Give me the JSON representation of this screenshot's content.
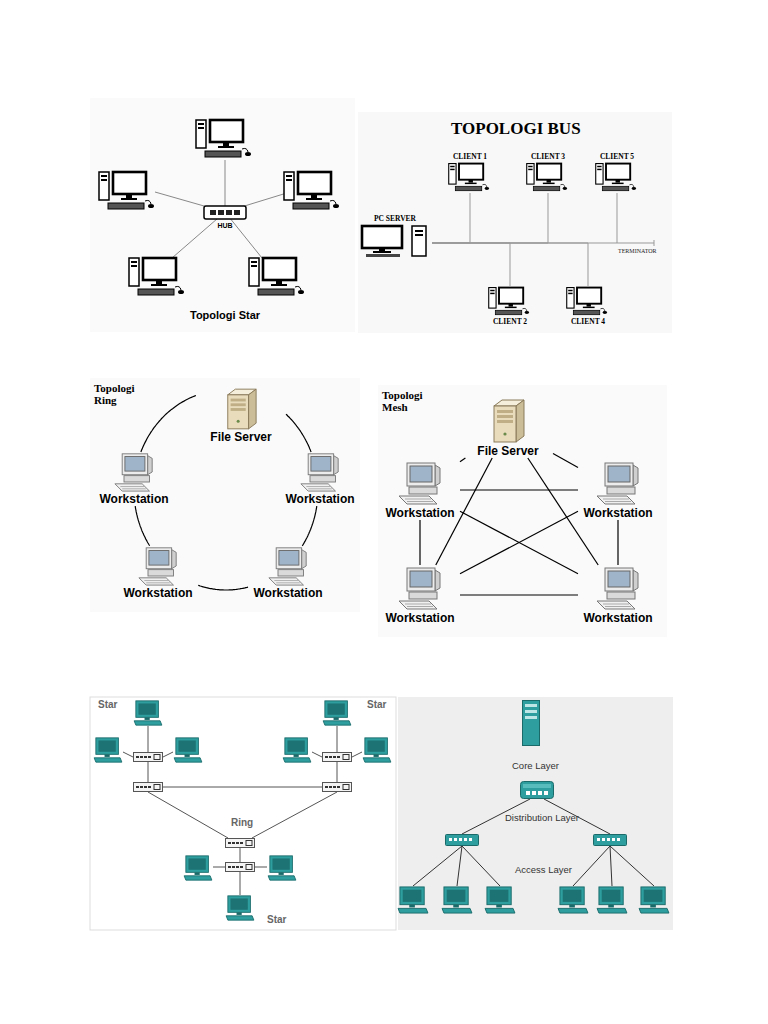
{
  "diagram": {
    "nodes": [
      {
        "text": [
          "HUB"
        ]
      },
      {
        "text": [
          "CLIENT 1"
        ]
      },
      {
        "text": [
          "CLIENT 3"
        ]
      },
      {
        "text": [
          "CLIENT 5"
        ]
      },
      {
        "text": [
          "PC SERVER"
        ]
      },
      {
        "text": [
          "CLIENT 2"
        ]
      },
      {
        "text": [
          "CLIENT 4"
        ]
      },
      {
        "text": [
          "File Server"
        ]
      },
      {
        "text": [
          "Workstation"
        ]
      },
      {
        "text": [
          "Workstation"
        ]
      },
      {
        "text": [
          "Workstation"
        ]
      },
      {
        "text": [
          "Workstation"
        ]
      },
      {
        "text": [
          "File Server"
        ]
      },
      {
        "text": [
          "Workstation"
        ]
      },
      {
        "text": [
          "Workstation"
        ]
      },
      {
        "text": [
          "Workstation"
        ]
      },
      {
        "text": [
          "Workstation"
        ]
      }
    ],
    "edges": [
      {
        "from": 4,
        "to": 1,
        "arrow": "none"
      },
      {
        "from": 4,
        "to": 2,
        "arrow": "none"
      },
      {
        "from": 4,
        "to": 3,
        "arrow": "none"
      },
      {
        "from": 4,
        "to": 5,
        "arrow": "none"
      },
      {
        "from": 4,
        "to": 6,
        "arrow": "none"
      },
      {
        "from": 7,
        "to": 9,
        "arrow": "none"
      },
      {
        "from": 9,
        "to": 11,
        "arrow": "none"
      },
      {
        "from": 11,
        "to": 10,
        "arrow": "none"
      },
      {
        "from": 10,
        "to": 8,
        "arrow": "none"
      },
      {
        "from": 8,
        "to": 7,
        "arrow": "none"
      },
      {
        "from": 12,
        "to": 13,
        "arrow": "none"
      },
      {
        "from": 12,
        "to": 14,
        "arrow": "none"
      },
      {
        "from": 12,
        "to": 15,
        "arrow": "none"
      },
      {
        "from": 12,
        "to": 16,
        "arrow": "none"
      },
      {
        "from": 13,
        "to": 14,
        "arrow": "none"
      },
      {
        "from": 13,
        "to": 15,
        "arrow": "none"
      },
      {
        "from": 13,
        "to": 16,
        "arrow": "none"
      },
      {
        "from": 14,
        "to": 15,
        "arrow": "none"
      },
      {
        "from": 14,
        "to": 16,
        "arrow": "none"
      },
      {
        "from": 15,
        "to": 16,
        "arrow": "none"
      }
    ],
    "labels": [
      "Topologi Star",
      "TOPOLOGI BUS",
      "TERMINATOR",
      "Topologi Ring",
      "Topologi Mesh",
      "Star",
      "Star",
      "Ring",
      "Star",
      "Core Layer",
      "Distribution Layer",
      "Access Layer"
    ]
  }
}
